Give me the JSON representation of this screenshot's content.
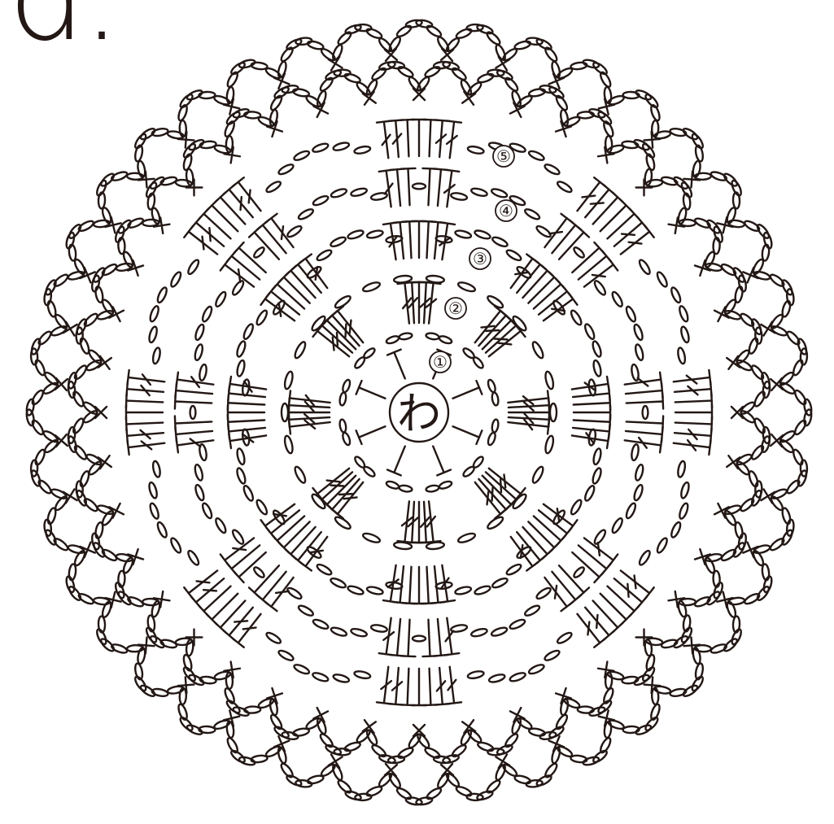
{
  "figure_label": "d.",
  "center_label": "わ",
  "round_markers": [
    "①",
    "②",
    "③",
    "④",
    "⑤"
  ],
  "colors": {
    "ink": "#231815",
    "paper": "#ffffff"
  },
  "icons": {
    "chain_stitch": "ellipse",
    "single_crochet": "cross-x",
    "double_crochet": "T-with-slash",
    "picot_loop": "chain-loop"
  }
}
